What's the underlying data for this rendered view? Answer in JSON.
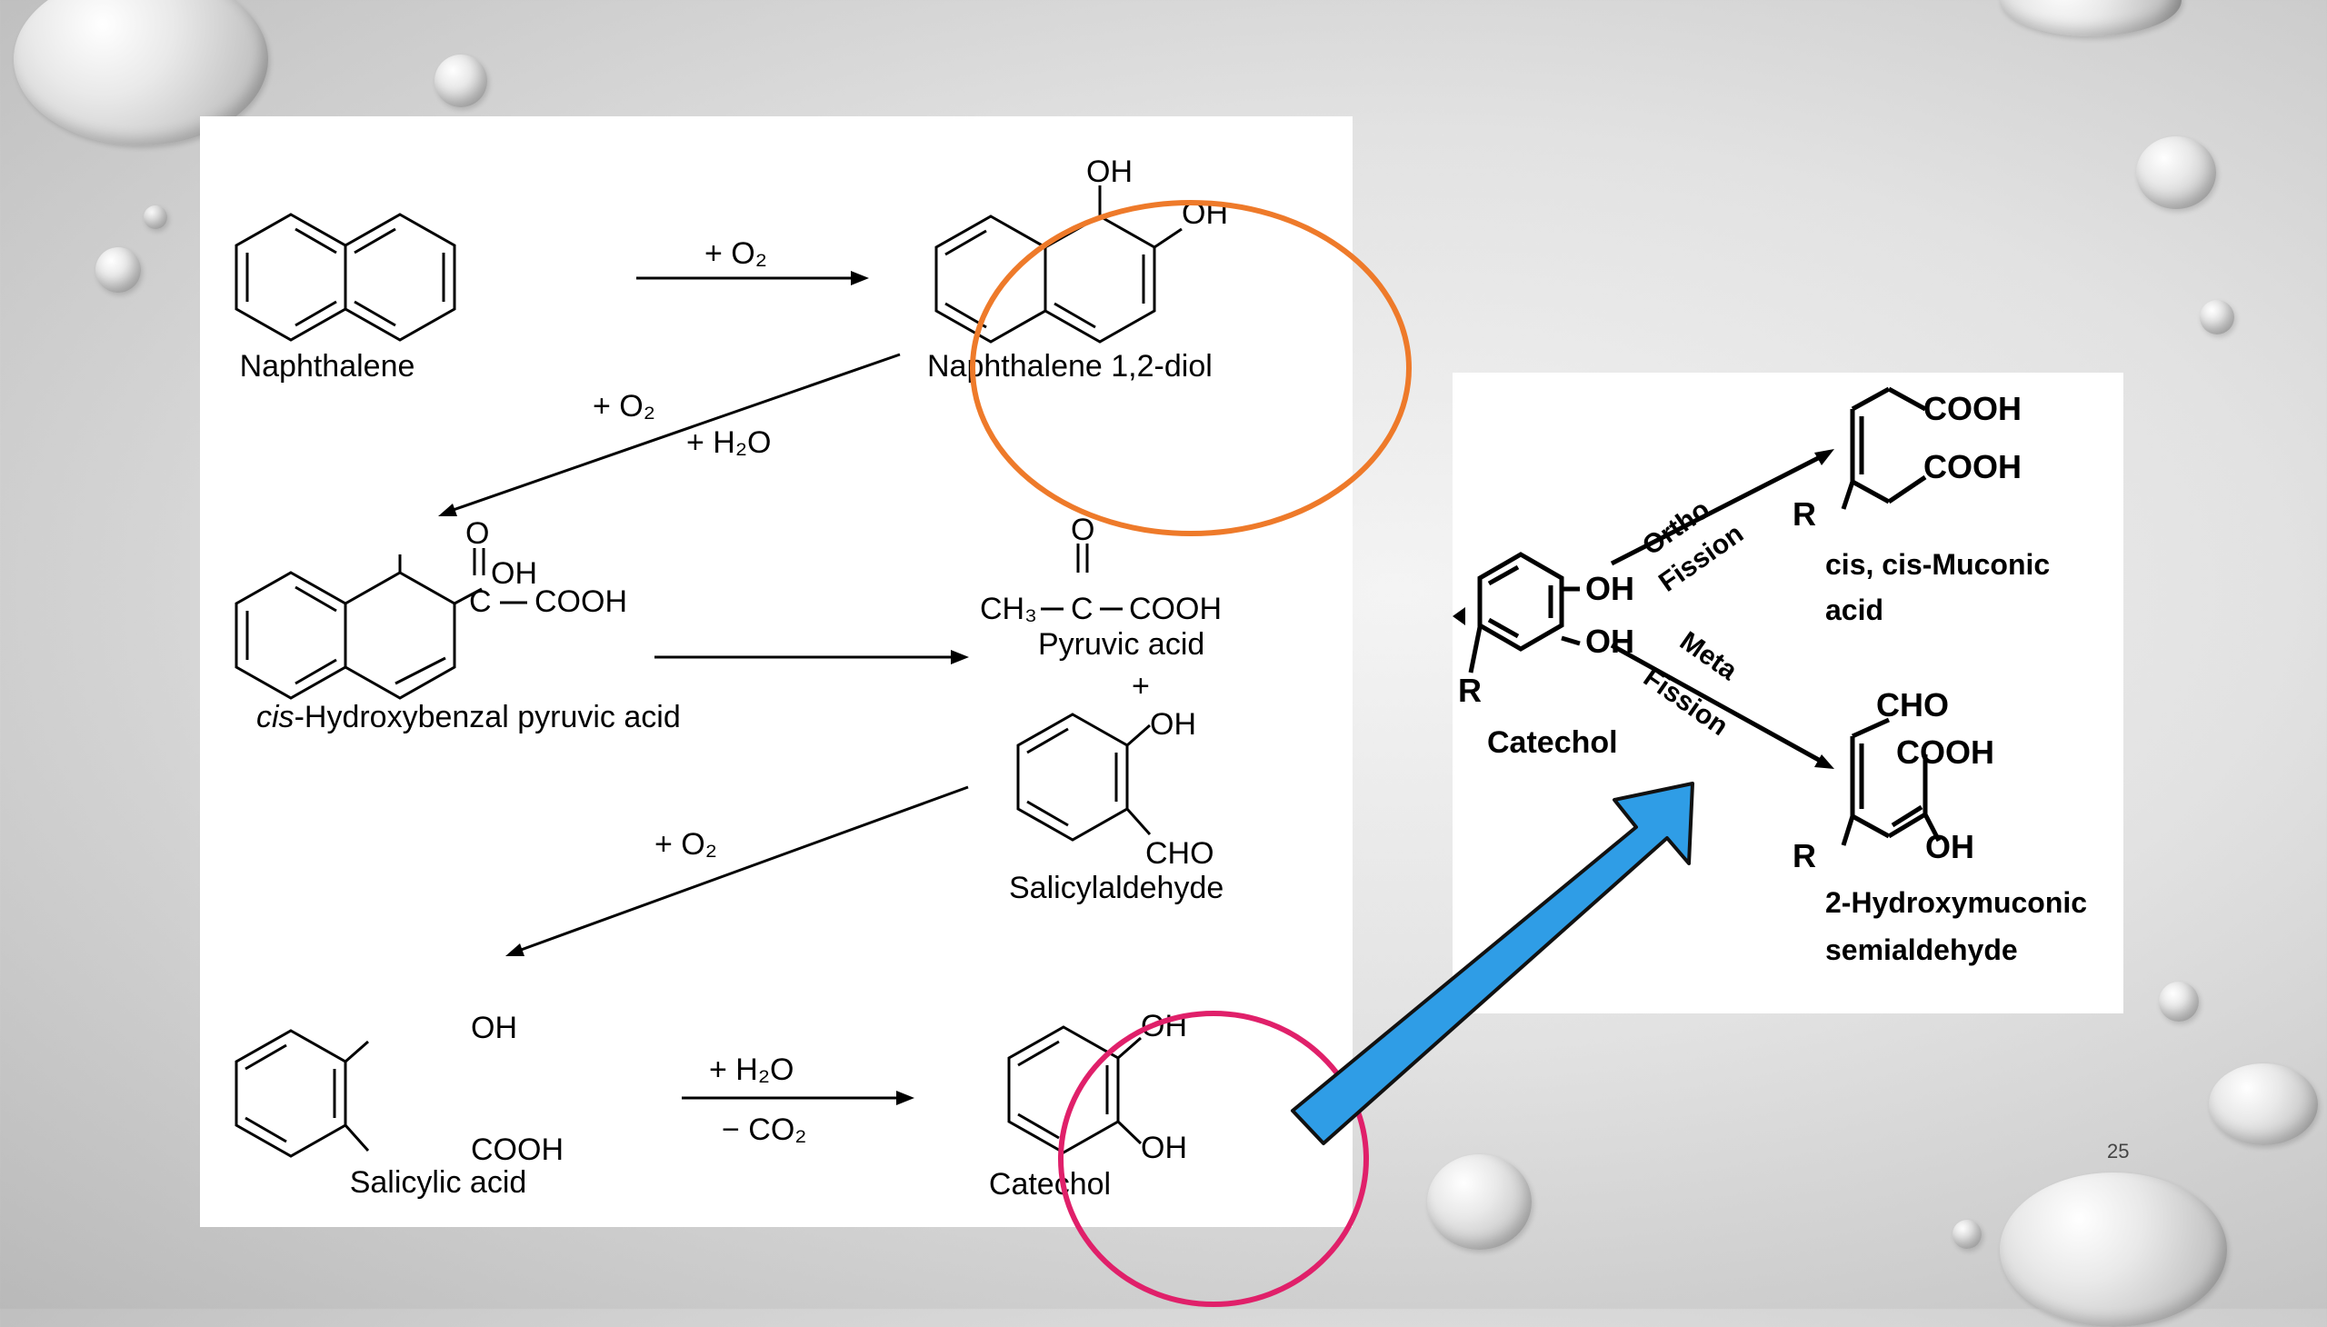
{
  "slide_number": "25",
  "colors": {
    "orange_circle": "#ee7a2a",
    "pink_circle": "#e0206a",
    "arrow_fill": "#2f9de6",
    "arrow_stroke": "#111111"
  },
  "left_diagram": {
    "naphthalene": "Naphthalene",
    "step1_reagent": "+ O₂",
    "diol_oh_top": "OH",
    "diol_oh_right": "OH",
    "diol_name": "Naphthalene 1,2-diol",
    "step2_reagent_a": "+ O₂",
    "step2_reagent_b": "+ H₂O",
    "hbpa_oh": "OH",
    "hbpa_o": "O",
    "hbpa_c": "C",
    "hbpa_cooh": "COOH",
    "hbpa_name_italic": "cis",
    "hbpa_name_rest": "-Hydroxybenzal pyruvic acid",
    "pyruvic_o": "O",
    "pyruvic_ch3": "CH₃",
    "pyruvic_c": "C",
    "pyruvic_cooh": "COOH",
    "pyruvic_name": "Pyruvic acid",
    "plus": "+",
    "salal_oh": "OH",
    "salal_cho": "CHO",
    "salal_name": "Salicylaldehyde",
    "step3_reagent": "+ O₂",
    "salicylic_oh": "OH",
    "salicylic_cooh": "COOH",
    "salicylic_name": "Salicylic acid",
    "step4_reagent_a": "+ H₂O",
    "step4_reagent_b": "− CO₂",
    "catechol_oh_top": "OH",
    "catechol_oh_bottom": "OH",
    "catechol_name": "Catechol"
  },
  "right_diagram": {
    "cat_oh1": "OH",
    "cat_oh2": "OH",
    "cat_r": "R",
    "cat_name": "Catechol",
    "ortho": "Ortho",
    "fission1": "Fission",
    "meta": "Meta",
    "fission2": "Fission",
    "muc_cooh1": "COOH",
    "muc_cooh2": "COOH",
    "muc_r": "R",
    "muc_name1": "cis, cis-Muconic",
    "muc_name2": "acid",
    "hms_cho": "CHO",
    "hms_cooh": "COOH",
    "hms_oh": "OH",
    "hms_r": "R",
    "hms_name1": "2-Hydroxymuconic",
    "hms_name2": "semialdehyde"
  }
}
